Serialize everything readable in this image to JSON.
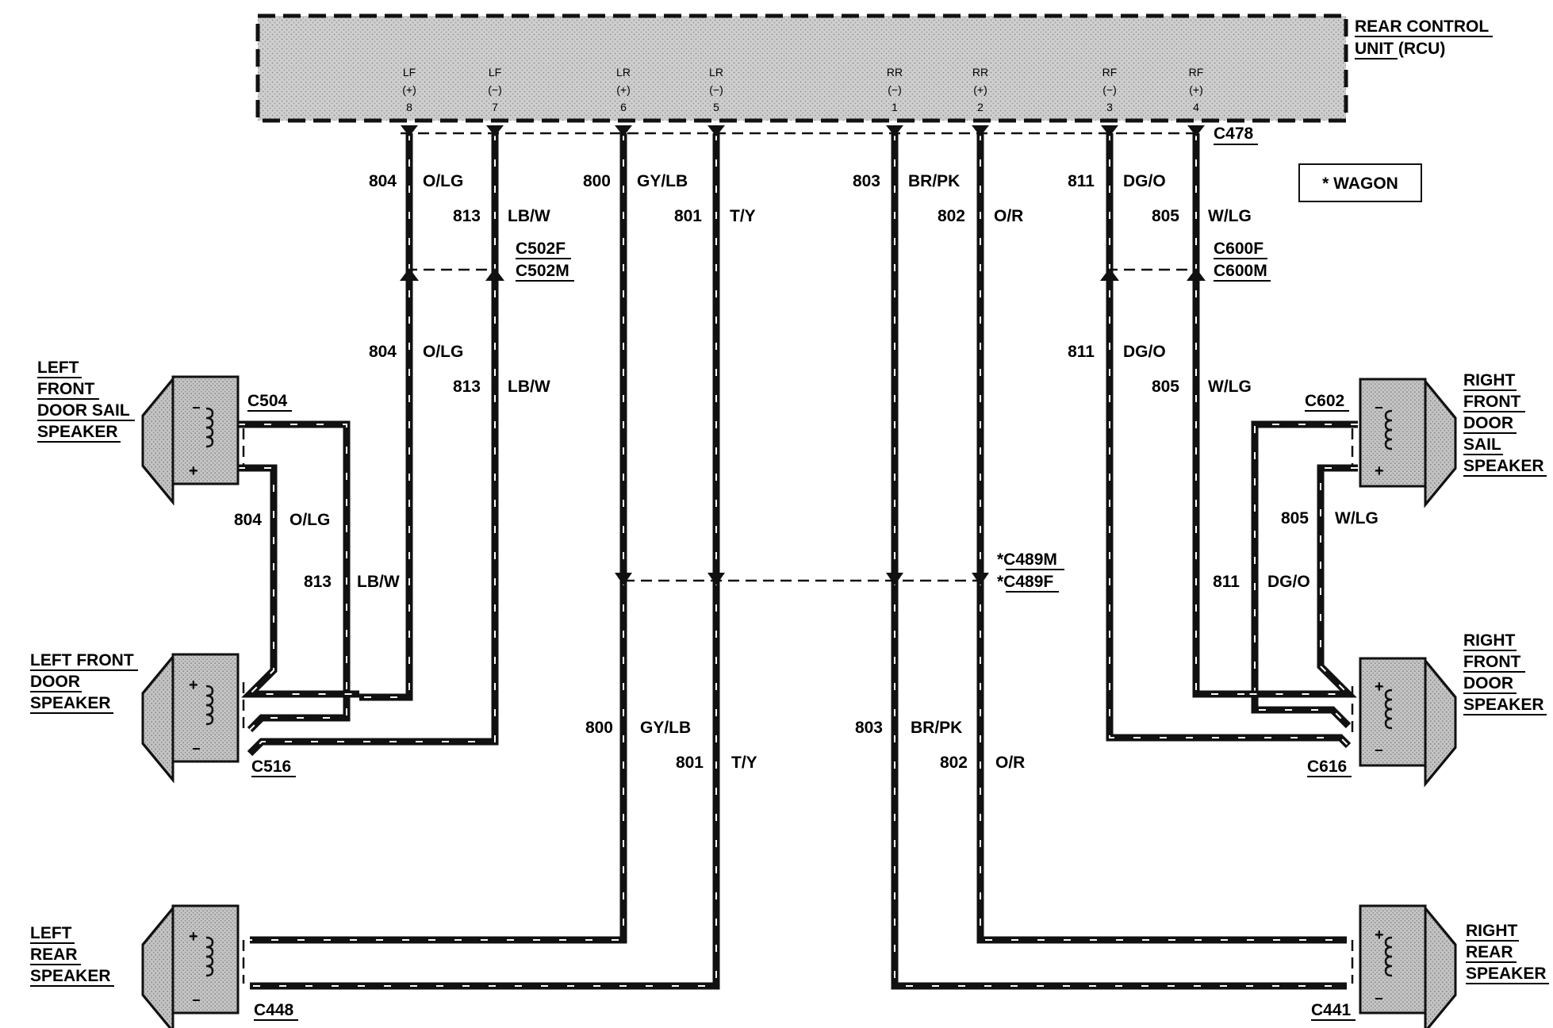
{
  "rcu": {
    "title_line1": "REAR CONTROL",
    "title_line2": "UNIT (RCU)",
    "pins": [
      {
        "ch": "LF",
        "pol": "(+)",
        "num": "8"
      },
      {
        "ch": "LF",
        "pol": "(−)",
        "num": "7"
      },
      {
        "ch": "LR",
        "pol": "(+)",
        "num": "6"
      },
      {
        "ch": "LR",
        "pol": "(−)",
        "num": "5"
      },
      {
        "ch": "RR",
        "pol": "(−)",
        "num": "1"
      },
      {
        "ch": "RR",
        "pol": "(+)",
        "num": "2"
      },
      {
        "ch": "RF",
        "pol": "(−)",
        "num": "3"
      },
      {
        "ch": "RF",
        "pol": "(+)",
        "num": "4"
      }
    ]
  },
  "legend": {
    "text": "*  WAGON"
  },
  "connectors": {
    "c478": "C478",
    "c502f": "C502F",
    "c502m": "C502M",
    "c600f": "C600F",
    "c600m": "C600M",
    "c489m": "*C489M",
    "c489f": "*C489F",
    "c504": "C504",
    "c516": "C516",
    "c448": "C448",
    "c602": "C602",
    "c616": "C616",
    "c441": "C441"
  },
  "circuits": {
    "c804": "804",
    "olg": "O/LG",
    "c813": "813",
    "lbw": "LB/W",
    "c800": "800",
    "gylb": "GY/LB",
    "c801": "801",
    "ty": "T/Y",
    "c803": "803",
    "brpk": "BR/PK",
    "c802": "802",
    "or": "O/R",
    "c811": "811",
    "dgo": "DG/O",
    "c805": "805",
    "wlg": "W/LG"
  },
  "speakers": {
    "lf_sail": [
      "LEFT",
      "FRONT",
      "DOOR SAIL",
      "SPEAKER"
    ],
    "lf_door": [
      "LEFT FRONT",
      "DOOR",
      "SPEAKER"
    ],
    "l_rear": [
      "LEFT",
      "REAR",
      "SPEAKER"
    ],
    "rf_sail": [
      "RIGHT",
      "FRONT",
      "DOOR",
      "SAIL",
      "SPEAKER"
    ],
    "rf_door": [
      "RIGHT",
      "FRONT",
      "DOOR",
      "SPEAKER"
    ],
    "r_rear": [
      "RIGHT",
      "REAR",
      "SPEAKER"
    ]
  },
  "polarity": {
    "plus": "+",
    "minus": "−"
  }
}
